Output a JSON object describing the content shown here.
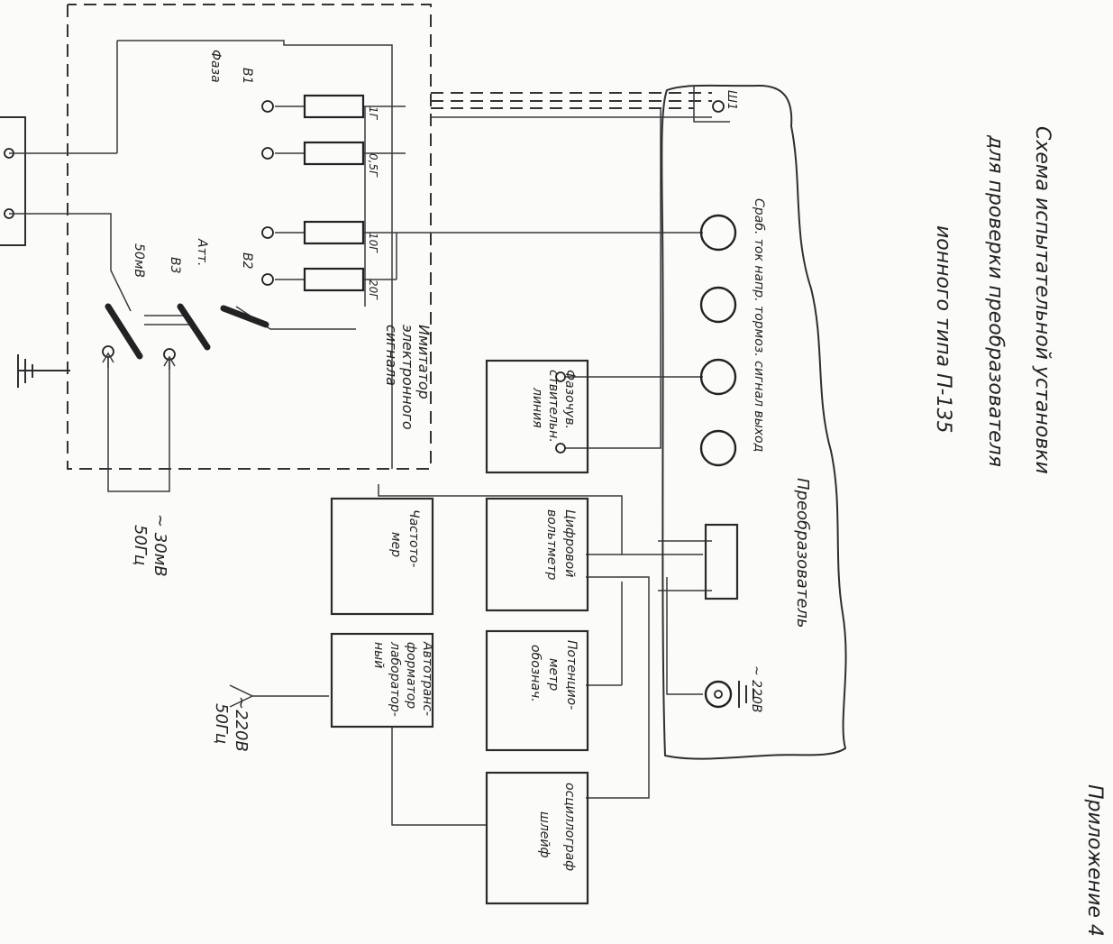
{
  "title": {
    "line1": "Приложение 4",
    "line2": "Схема испытательной установки",
    "line3": "для проверки преобразователя",
    "line4": "ионного типа П-135"
  },
  "converter": {
    "label": "Преобразователь",
    "connector_label": "Ш1",
    "supply_label": "~ 220В",
    "jacks_caption": "Сраб. ток   напр. тормоз. сигнал   выход"
  },
  "simulator": {
    "label_line1": "Имитатор",
    "label_line2": "электронного",
    "label_line3": "сигнала",
    "switch_b1": "В1",
    "switch_b2": "В2",
    "switch_b3": "В3",
    "phase_label": "Фаза",
    "att_label": "Атт.",
    "volt_label": "50мВ",
    "resistors": [
      "1Г",
      "0,5Г",
      "10Г",
      "20Г"
    ]
  },
  "instruments": {
    "phase_meter": [
      "Фазочув.",
      "ствительн.",
      "линия"
    ],
    "digital_voltmeter": [
      "Цифровой",
      "вольтметр"
    ],
    "potentiometer": [
      "Потенцио-",
      "метр",
      "обознач."
    ],
    "freq_meter": [
      "Частото-",
      "мер"
    ],
    "autotransformer": [
      "Автотранс-",
      "форматор",
      "лаборатор-",
      "ный"
    ],
    "oscillograph": [
      "осциллограф",
      "шлейф"
    ]
  },
  "sources": {
    "mains_voltage": "~220В",
    "mains_freq": "50Гц",
    "signal_voltage": "~ 30мВ",
    "signal_freq": "50Гц"
  }
}
